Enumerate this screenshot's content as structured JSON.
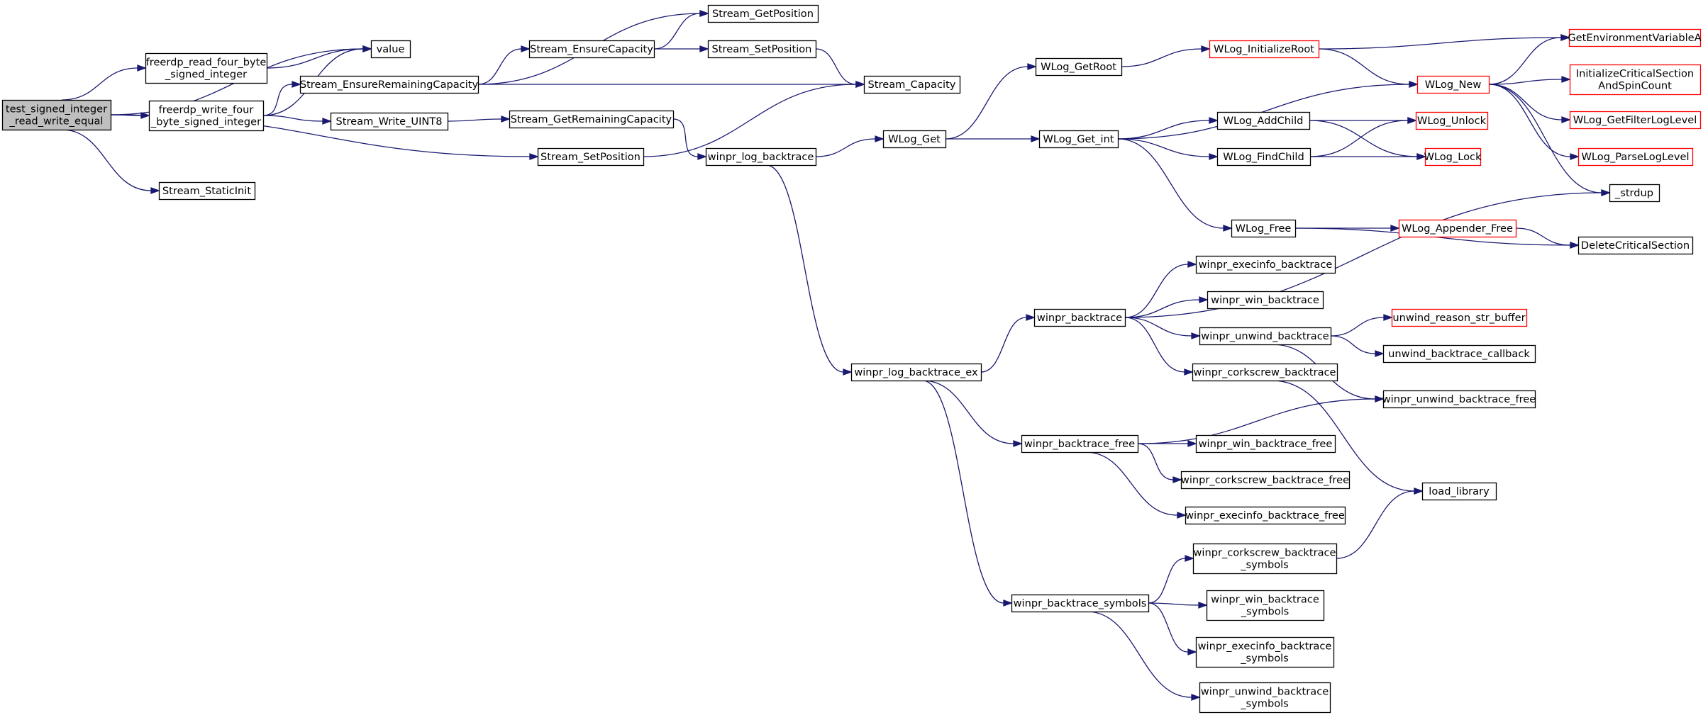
{
  "diagram": {
    "nodes": [
      {
        "id": "test_rw",
        "lines": [
          "test_signed_integer",
          "_read_write_equal"
        ],
        "kind": "root"
      },
      {
        "id": "value",
        "lines": [
          "value"
        ],
        "kind": "normal"
      },
      {
        "id": "fr_read",
        "lines": [
          "freerdp_read_four_byte",
          "_signed_integer"
        ],
        "kind": "normal"
      },
      {
        "id": "fr_write",
        "lines": [
          "freerdp_write_four",
          "_byte_signed_integer"
        ],
        "kind": "normal"
      },
      {
        "id": "stream_static_init",
        "lines": [
          "Stream_StaticInit"
        ],
        "kind": "normal"
      },
      {
        "id": "stream_ensure_remaining",
        "lines": [
          "Stream_EnsureRemainingCapacity"
        ],
        "kind": "normal"
      },
      {
        "id": "stream_write_uint8",
        "lines": [
          "Stream_Write_UINT8"
        ],
        "kind": "normal"
      },
      {
        "id": "stream_ensure_cap",
        "lines": [
          "Stream_EnsureCapacity"
        ],
        "kind": "normal"
      },
      {
        "id": "stream_get_remaining",
        "lines": [
          "Stream_GetRemainingCapacity"
        ],
        "kind": "normal"
      },
      {
        "id": "stream_set_pos_a",
        "lines": [
          "Stream_SetPosition"
        ],
        "kind": "normal"
      },
      {
        "id": "stream_get_pos",
        "lines": [
          "Stream_GetPosition"
        ],
        "kind": "normal"
      },
      {
        "id": "stream_set_pos_b",
        "lines": [
          "Stream_SetPosition"
        ],
        "kind": "normal"
      },
      {
        "id": "stream_capacity",
        "lines": [
          "Stream_Capacity"
        ],
        "kind": "normal"
      },
      {
        "id": "winpr_log_bt",
        "lines": [
          "winpr_log_backtrace"
        ],
        "kind": "normal"
      },
      {
        "id": "winpr_log_bt_ex",
        "lines": [
          "winpr_log_backtrace_ex"
        ],
        "kind": "normal"
      },
      {
        "id": "wlog_get",
        "lines": [
          "WLog_Get"
        ],
        "kind": "normal"
      },
      {
        "id": "wlog_get_root",
        "lines": [
          "WLog_GetRoot"
        ],
        "kind": "normal"
      },
      {
        "id": "wlog_get_int",
        "lines": [
          "WLog_Get_int"
        ],
        "kind": "normal"
      },
      {
        "id": "wlog_init_root",
        "lines": [
          "WLog_InitializeRoot"
        ],
        "kind": "ext"
      },
      {
        "id": "wlog_add_child",
        "lines": [
          "WLog_AddChild"
        ],
        "kind": "normal"
      },
      {
        "id": "wlog_find_child",
        "lines": [
          "WLog_FindChild"
        ],
        "kind": "normal"
      },
      {
        "id": "wlog_free",
        "lines": [
          "WLog_Free"
        ],
        "kind": "normal"
      },
      {
        "id": "wlog_new",
        "lines": [
          "WLog_New"
        ],
        "kind": "ext"
      },
      {
        "id": "wlog_unlock",
        "lines": [
          "WLog_Unlock"
        ],
        "kind": "ext"
      },
      {
        "id": "wlog_lock",
        "lines": [
          "WLog_Lock"
        ],
        "kind": "ext"
      },
      {
        "id": "wlog_appender_free",
        "lines": [
          "WLog_Appender_Free"
        ],
        "kind": "ext"
      },
      {
        "id": "get_env",
        "lines": [
          "GetEnvironmentVariableA"
        ],
        "kind": "ext"
      },
      {
        "id": "init_cs",
        "lines": [
          "InitializeCriticalSection",
          "AndSpinCount"
        ],
        "kind": "ext"
      },
      {
        "id": "wlog_filter",
        "lines": [
          "WLog_GetFilterLogLevel"
        ],
        "kind": "ext"
      },
      {
        "id": "wlog_parse",
        "lines": [
          "WLog_ParseLogLevel"
        ],
        "kind": "ext"
      },
      {
        "id": "strdup",
        "lines": [
          "_strdup"
        ],
        "kind": "normal"
      },
      {
        "id": "delete_cs",
        "lines": [
          "DeleteCriticalSection"
        ],
        "kind": "normal"
      },
      {
        "id": "winpr_bt",
        "lines": [
          "winpr_backtrace"
        ],
        "kind": "normal"
      },
      {
        "id": "winpr_bt_free",
        "lines": [
          "winpr_backtrace_free"
        ],
        "kind": "normal"
      },
      {
        "id": "winpr_bt_symbols",
        "lines": [
          "winpr_backtrace_symbols"
        ],
        "kind": "normal"
      },
      {
        "id": "execinfo_bt",
        "lines": [
          "winpr_execinfo_backtrace"
        ],
        "kind": "normal"
      },
      {
        "id": "win_bt",
        "lines": [
          "winpr_win_backtrace"
        ],
        "kind": "normal"
      },
      {
        "id": "unwind_bt",
        "lines": [
          "winpr_unwind_backtrace"
        ],
        "kind": "normal"
      },
      {
        "id": "corkscrew_bt",
        "lines": [
          "winpr_corkscrew_backtrace"
        ],
        "kind": "normal"
      },
      {
        "id": "unwind_reason",
        "lines": [
          "unwind_reason_str_buffer"
        ],
        "kind": "ext"
      },
      {
        "id": "unwind_cb",
        "lines": [
          "unwind_backtrace_callback"
        ],
        "kind": "normal"
      },
      {
        "id": "unwind_bt_free",
        "lines": [
          "winpr_unwind_backtrace_free"
        ],
        "kind": "normal"
      },
      {
        "id": "win_bt_free",
        "lines": [
          "winpr_win_backtrace_free"
        ],
        "kind": "normal"
      },
      {
        "id": "corkscrew_bt_free",
        "lines": [
          "winpr_corkscrew_backtrace_free"
        ],
        "kind": "normal"
      },
      {
        "id": "execinfo_bt_free",
        "lines": [
          "winpr_execinfo_backtrace_free"
        ],
        "kind": "normal"
      },
      {
        "id": "load_library",
        "lines": [
          "load_library"
        ],
        "kind": "normal"
      },
      {
        "id": "corkscrew_bt_sym",
        "lines": [
          "winpr_corkscrew_backtrace",
          "_symbols"
        ],
        "kind": "normal"
      },
      {
        "id": "win_bt_sym",
        "lines": [
          "winpr_win_backtrace",
          "_symbols"
        ],
        "kind": "normal"
      },
      {
        "id": "execinfo_bt_sym",
        "lines": [
          "winpr_execinfo_backtrace",
          "_symbols"
        ],
        "kind": "normal"
      },
      {
        "id": "unwind_bt_sym",
        "lines": [
          "winpr_unwind_backtrace",
          "_symbols"
        ],
        "kind": "normal"
      }
    ],
    "edges": [
      [
        "test_rw",
        "value"
      ],
      [
        "test_rw",
        "fr_read"
      ],
      [
        "test_rw",
        "fr_write"
      ],
      [
        "test_rw",
        "stream_set_pos_a"
      ],
      [
        "test_rw",
        "stream_static_init"
      ],
      [
        "fr_read",
        "value"
      ],
      [
        "fr_write",
        "value"
      ],
      [
        "fr_write",
        "stream_ensure_remaining"
      ],
      [
        "fr_write",
        "stream_write_uint8"
      ],
      [
        "stream_ensure_remaining",
        "stream_get_pos"
      ],
      [
        "stream_ensure_remaining",
        "stream_ensure_cap"
      ],
      [
        "stream_ensure_remaining",
        "stream_capacity"
      ],
      [
        "stream_ensure_cap",
        "stream_get_pos"
      ],
      [
        "stream_ensure_cap",
        "stream_set_pos_b"
      ],
      [
        "stream_set_pos_b",
        "stream_capacity"
      ],
      [
        "stream_set_pos_a",
        "stream_capacity"
      ],
      [
        "stream_write_uint8",
        "stream_get_remaining"
      ],
      [
        "stream_get_remaining",
        "winpr_log_bt"
      ],
      [
        "winpr_log_bt",
        "wlog_get"
      ],
      [
        "winpr_log_bt",
        "winpr_log_bt_ex"
      ],
      [
        "wlog_get",
        "wlog_get_root"
      ],
      [
        "wlog_get",
        "wlog_get_int"
      ],
      [
        "wlog_get_root",
        "wlog_init_root"
      ],
      [
        "wlog_init_root",
        "get_env"
      ],
      [
        "wlog_init_root",
        "wlog_new"
      ],
      [
        "wlog_get_int",
        "wlog_new"
      ],
      [
        "wlog_get_int",
        "wlog_add_child"
      ],
      [
        "wlog_get_int",
        "wlog_find_child"
      ],
      [
        "wlog_get_int",
        "wlog_free"
      ],
      [
        "wlog_add_child",
        "wlog_unlock"
      ],
      [
        "wlog_add_child",
        "wlog_lock"
      ],
      [
        "wlog_find_child",
        "wlog_unlock"
      ],
      [
        "wlog_find_child",
        "wlog_lock"
      ],
      [
        "wlog_free",
        "wlog_appender_free"
      ],
      [
        "wlog_free",
        "delete_cs"
      ],
      [
        "wlog_appender_free",
        "delete_cs"
      ],
      [
        "wlog_new",
        "get_env"
      ],
      [
        "wlog_new",
        "init_cs"
      ],
      [
        "wlog_new",
        "wlog_filter"
      ],
      [
        "wlog_new",
        "wlog_parse"
      ],
      [
        "wlog_new",
        "strdup"
      ],
      [
        "winpr_log_bt_ex",
        "winpr_bt"
      ],
      [
        "winpr_log_bt_ex",
        "winpr_bt_free"
      ],
      [
        "winpr_log_bt_ex",
        "winpr_bt_symbols"
      ],
      [
        "winpr_bt",
        "strdup"
      ],
      [
        "winpr_bt",
        "execinfo_bt"
      ],
      [
        "winpr_bt",
        "win_bt"
      ],
      [
        "winpr_bt",
        "unwind_bt"
      ],
      [
        "winpr_bt",
        "corkscrew_bt"
      ],
      [
        "unwind_bt",
        "unwind_reason"
      ],
      [
        "unwind_bt",
        "unwind_cb"
      ],
      [
        "unwind_bt",
        "unwind_bt_free"
      ],
      [
        "corkscrew_bt",
        "load_library"
      ],
      [
        "winpr_bt_free",
        "unwind_bt_free"
      ],
      [
        "winpr_bt_free",
        "win_bt_free"
      ],
      [
        "winpr_bt_free",
        "corkscrew_bt_free"
      ],
      [
        "winpr_bt_free",
        "execinfo_bt_free"
      ],
      [
        "winpr_bt_symbols",
        "corkscrew_bt_sym"
      ],
      [
        "winpr_bt_symbols",
        "win_bt_sym"
      ],
      [
        "winpr_bt_symbols",
        "execinfo_bt_sym"
      ],
      [
        "winpr_bt_symbols",
        "unwind_bt_sym"
      ],
      [
        "corkscrew_bt_sym",
        "load_library"
      ]
    ],
    "colors": {
      "edge": "#191970",
      "root_fill": "#bfbfbf",
      "node_border": "#000000",
      "external_border": "#ff0000"
    }
  }
}
